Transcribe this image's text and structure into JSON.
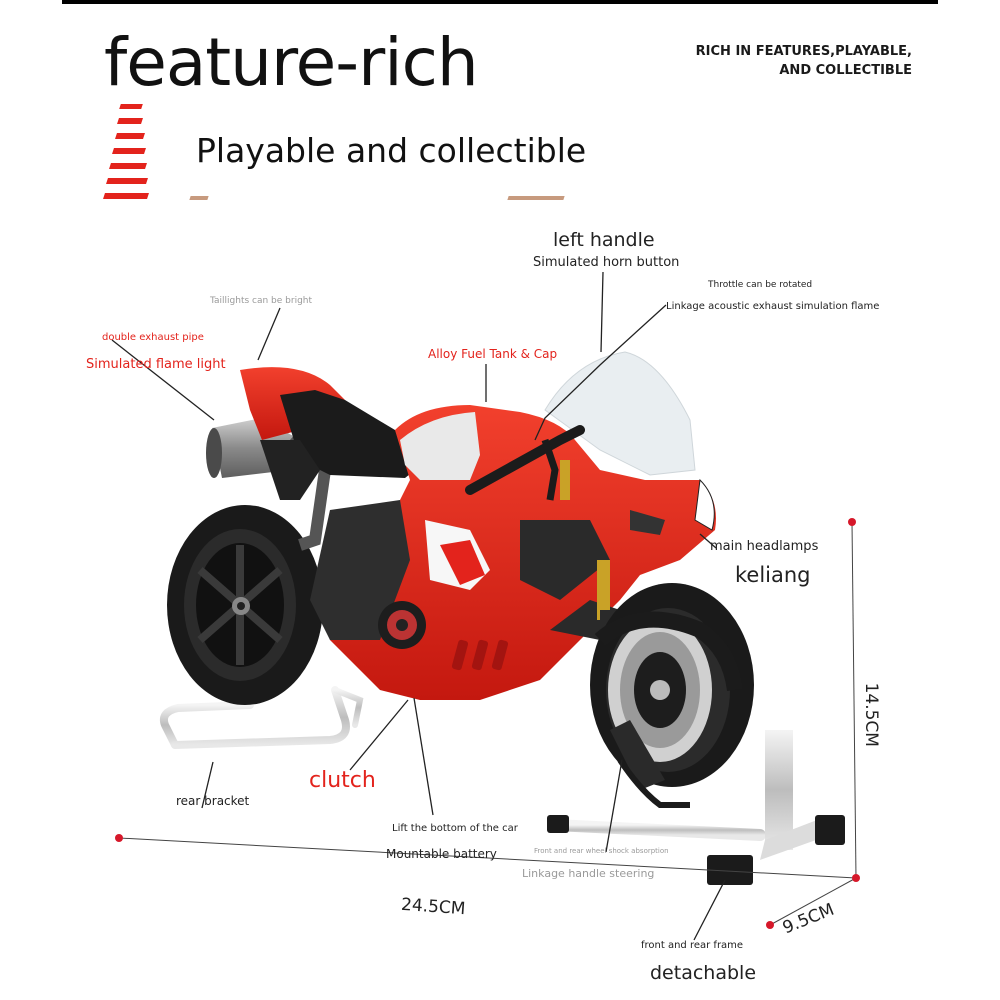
{
  "banner": {
    "headline": "feature-rich",
    "subheadline": "Playable and collectible",
    "tagline_line1": "RICH IN FEATURES,PLAYABLE,",
    "tagline_line2": "AND COLLECTIBLE"
  },
  "callouts": {
    "left_handle": "left handle",
    "horn_button": "Simulated horn button",
    "throttle": "Throttle can be rotated",
    "exhaust_flame": "Linkage acoustic exhaust simulation flame",
    "taillights": "Taillights can be bright",
    "double_exhaust": "double exhaust pipe",
    "flame_light": "Simulated flame light",
    "fuel_tank": "Alloy Fuel Tank & Cap",
    "headlamps": "main headlamps",
    "keliang": "keliang",
    "clutch": "clutch",
    "rear_bracket": "rear bracket",
    "lift_bottom": "Lift the bottom of the car",
    "battery": "Mountable battery",
    "shock_absorption": "Front and rear wheel shock absorption",
    "handle_steering": "Linkage handle steering",
    "frame": "front and rear frame",
    "detachable": "detachable"
  },
  "dimensions": {
    "length": "24.5CM",
    "height": "14.5CM",
    "width": "9.5CM"
  },
  "colors": {
    "body_red": "#e3231c",
    "dim_dot": "#d6182a",
    "dark": "#1b1b1b",
    "stand": "#d9d9d9"
  }
}
